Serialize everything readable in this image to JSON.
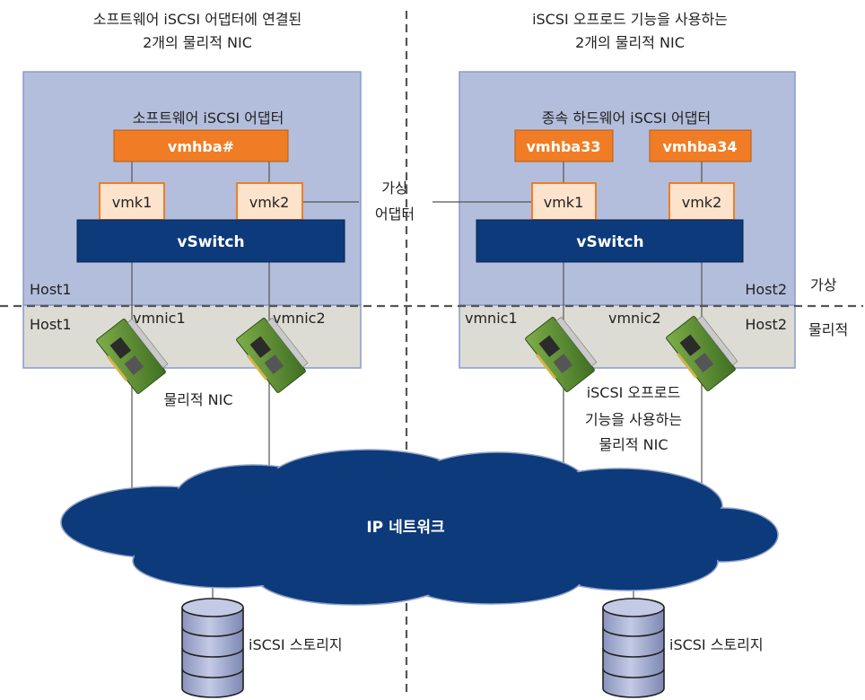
{
  "left_title": {
    "line1": "소프트웨어 iSCSI 어댑터에 연결된",
    "line2": "2개의 물리적 NIC"
  },
  "right_title": {
    "line1": "iSCSI 오프로드 기능을 사용하는",
    "line2": "2개의 물리적 NIC"
  },
  "left": {
    "adapter_title": "소프트웨어 iSCSI 어댑터",
    "vmhba": "vmhba#",
    "vmk1": "vmk1",
    "vmk2": "vmk2",
    "vswitch": "vSwitch",
    "host_virtual": "Host1",
    "host_physical": "Host1",
    "vmnic1": "vmnic1",
    "vmnic2": "vmnic2",
    "nic_label": "물리적 NIC",
    "storage": "iSCSI 스토리지"
  },
  "right": {
    "adapter_title": "종속 하드웨어 iSCSI 어댑터",
    "vmhba1": "vmhba33",
    "vmhba2": "vmhba34",
    "vmk1": "vmk1",
    "vmk2": "vmk2",
    "vswitch": "vSwitch",
    "host_virtual": "Host2",
    "host_physical": "Host2",
    "vmnic1": "vmnic1",
    "vmnic2": "vmnic2",
    "nic_label_1": "iSCSI 오프로드",
    "nic_label_2": "기능을 사용하는",
    "nic_label_3": "물리적 NIC",
    "storage": "iSCSI 스토리지"
  },
  "virtual_adapter": {
    "line1": "가상",
    "line2": "어댑터"
  },
  "layer_virtual": "가상",
  "layer_physical": "물리적",
  "network": "IP 네트워크",
  "colors": {
    "virtual_area": "#b3bedc",
    "physical_area": "#dcdcd4",
    "vmhba": "#f07d26",
    "vmk": "#fde3cc",
    "vswitch": "#0d3a7a",
    "cloud": "#0d3a7a",
    "storage": "#a9b3d6"
  }
}
